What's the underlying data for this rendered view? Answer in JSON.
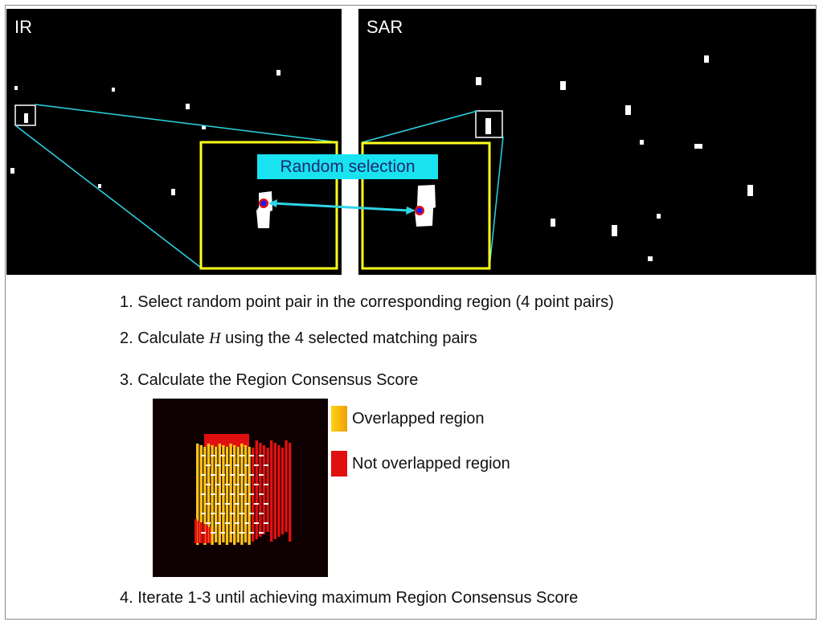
{
  "panels": {
    "ir_label": "IR",
    "sar_label": "SAR"
  },
  "banner": "Random selection",
  "steps": {
    "s1": "1. Select random point pair in the corresponding region  (4 point pairs)",
    "s2_pre": "2. Calculate ",
    "s2_sym": "H",
    "s2_post": " using the 4 selected matching pairs",
    "s3": "3. Calculate the Region Consensus Score",
    "s4": "4. Iterate 1-3 until achieving maximum Region Consensus Score"
  },
  "legend": {
    "overlapped": "Overlapped region",
    "not_overlapped": "Not overlapped region"
  },
  "colors": {
    "highlight_box": "#ffff1a",
    "leader_lines": "#2ed5e6",
    "banner_bg": "#19e3f0",
    "overlapped": "#ffc21a",
    "not_overlapped": "#e01010",
    "point_outer": "#e01010",
    "point_inner": "#1a1aff"
  }
}
